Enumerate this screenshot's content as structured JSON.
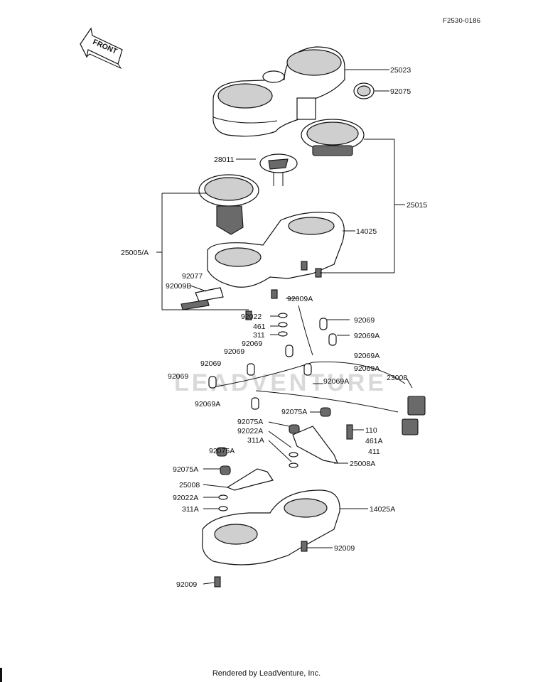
{
  "diagram_code": "F2530-0186",
  "footer_text": "Rendered by LeadVenture, Inc.",
  "watermark_text": "LEADVENTURE",
  "front_arrow_label": "FRONT",
  "part_labels": [
    "25023",
    "92075",
    "28011",
    "25015",
    "14025",
    "25005/A",
    "92077",
    "92009B",
    "92009A",
    "92022",
    "461",
    "311",
    "92069",
    "92069A",
    "92069",
    "92069A",
    "92069",
    "92069A",
    "92069",
    "92069A",
    "92069",
    "92069A",
    "23008",
    "92075A",
    "92075A",
    "92022A",
    "110",
    "461A",
    "311A",
    "411",
    "92075A",
    "25008A",
    "92075A",
    "25008",
    "92022A",
    "311A",
    "14025A",
    "92009",
    "92009"
  ]
}
